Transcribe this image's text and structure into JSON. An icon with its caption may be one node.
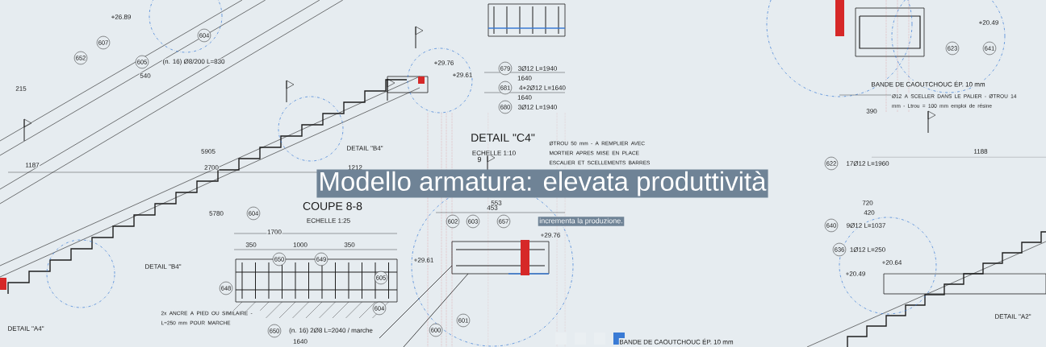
{
  "diagram": {
    "labels": [
      "+26.89",
      "607",
      "604",
      "652",
      "605",
      "(n. 16) Ø8/200 L=830",
      "540",
      "215",
      "1187",
      "5905",
      "2700",
      "1212",
      "DETAIL \"B4\"",
      "5780",
      "604",
      "COUPE 8-8",
      "ECHELLE 1:25",
      "1700",
      "350",
      "1000",
      "350",
      "650",
      "649",
      "648",
      "605",
      "604",
      "DETAIL \"B4\"",
      "DETAIL \"A4\"",
      "2x ANCRE A PIED OU SIMILAIRE - L=250 mm POUR MARCHE",
      "650",
      "(n. 16) 2Ø8 L=2040 / marche",
      "1640",
      "+29.76",
      "+29.61",
      "679",
      "3Ø12 L=1940",
      "1640",
      "681",
      "4+2Ø12 L=1640",
      "1640",
      "680",
      "3Ø12 L=1940",
      "DETAIL \"C4\"",
      "ECHELLE 1:10",
      "9",
      "ØTROU 50 mm - A REMPLIER AVEC MORTIER APRES MISE EN PLACE ESCALIER ET SCELLEMENTS BARRES",
      "553",
      "453",
      "602",
      "603",
      "657",
      "+29.76",
      "+29.61",
      "601",
      "600",
      "BANDE DE CAOUTCHOUC ÉP. 10 mm",
      "+20.49",
      "623",
      "641",
      "BANDE DE CAOUTCHOUC ÉP. 10 mm",
      "Ø12 A SCELLER DANS LE PALIER - ØTROU 14 mm - Ltrou = 100 mm emploi de résine",
      "390",
      "1188",
      "622",
      "17Ø12 L=1960",
      "720",
      "420",
      "640",
      "9Ø12 L=1037",
      "636",
      "1Ø12 L=250",
      "+20.64",
      "+20.49",
      "DETAIL \"A2\"",
      "Modello armatura: elevata produttività",
      "incrementa la produzione."
    ]
  }
}
